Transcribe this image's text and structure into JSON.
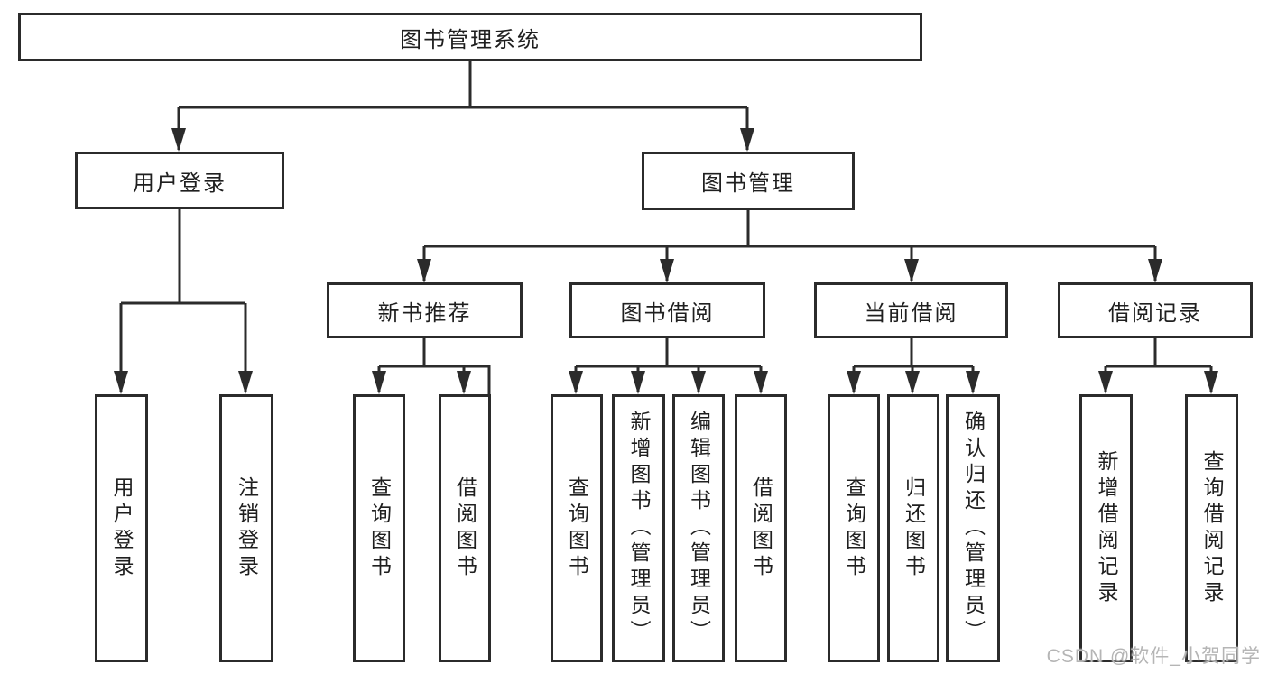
{
  "root": {
    "label": "图书管理系统"
  },
  "level2": [
    {
      "label": "用户登录"
    },
    {
      "label": "图书管理"
    }
  ],
  "level3": [
    {
      "label": "新书推荐"
    },
    {
      "label": "图书借阅"
    },
    {
      "label": "当前借阅"
    },
    {
      "label": "借阅记录"
    }
  ],
  "leaves": {
    "user_login": [
      "用户登录",
      "注销登录"
    ],
    "new_books": [
      "查询图书",
      "借阅图书"
    ],
    "book_borrow": [
      "查询图书",
      "新增图书（管理员）",
      "编辑图书（管理员）",
      "借阅图书"
    ],
    "current_borrow": [
      "查询图书",
      "归还图书",
      "确认归还（管理员）"
    ],
    "borrow_records": [
      "新增借阅记录",
      "查询借阅记录"
    ]
  },
  "watermark": "CSDN @软件_小贺同学",
  "colors": {
    "line": "#2b2b2b",
    "text": "#1f1f1f",
    "watermark": "#b5b5b5",
    "background": "#ffffff"
  }
}
